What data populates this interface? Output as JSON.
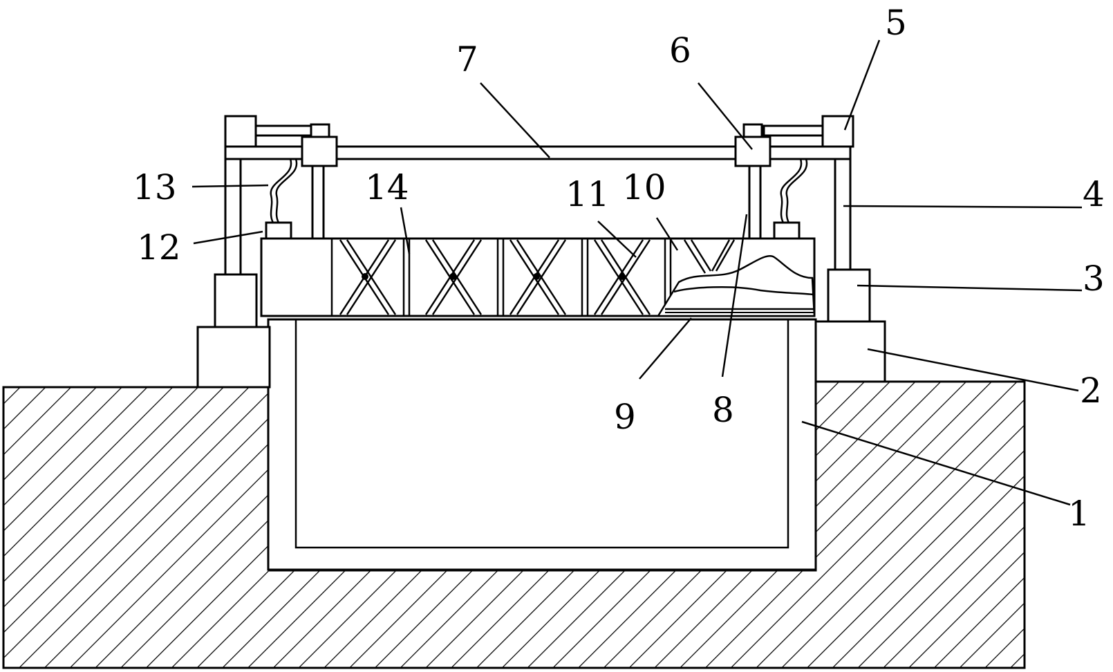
{
  "diagram": {
    "labels": {
      "l1": "1",
      "l2": "2",
      "l3": "3",
      "l4": "4",
      "l5": "5",
      "l6": "6",
      "l7": "7",
      "l8": "8",
      "l9": "9",
      "l10": "10",
      "l11": "11",
      "l12": "12",
      "l13": "13",
      "l14": "14"
    },
    "colors": {
      "line": "#000000",
      "background": "#ffffff"
    }
  }
}
